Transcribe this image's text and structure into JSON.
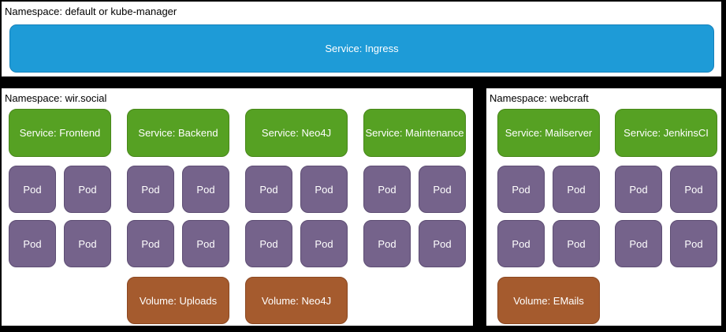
{
  "colors": {
    "background": "#000000",
    "panel": "#ffffff",
    "ingress_fill": "#1e9bd7",
    "service_fill": "#56a123",
    "pod_fill": "#75638b",
    "volume_fill": "#a55b2e",
    "label_text": "#000000",
    "box_text": "#ffffff"
  },
  "top_panel": {
    "namespace_label": "Namespace: default or kube-manager",
    "ingress_label": "Service: Ingress"
  },
  "wir_social_panel": {
    "namespace_label": "Namespace: wir.social",
    "pod_label": "Pod",
    "pods_per_service": 4,
    "services": [
      {
        "label": "Service: Frontend"
      },
      {
        "label": "Service: Backend"
      },
      {
        "label": "Service: Neo4J"
      },
      {
        "label": "Service: Maintenance"
      }
    ],
    "volumes": [
      {
        "label": "Volume: Uploads"
      },
      {
        "label": "Volume: Neo4J"
      }
    ]
  },
  "webcraft_panel": {
    "namespace_label": "Namespace: webcraft",
    "pod_label": "Pod",
    "pods_per_service": 4,
    "services": [
      {
        "label": "Service: Mailserver"
      },
      {
        "label": "Service: JenkinsCI"
      }
    ],
    "volumes": [
      {
        "label": "Volume: EMails"
      }
    ]
  }
}
